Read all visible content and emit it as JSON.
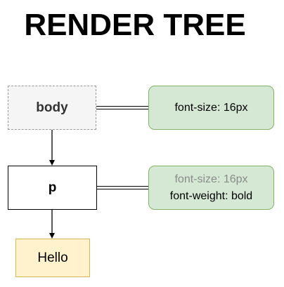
{
  "title": "RENDER TREE",
  "nodes": {
    "body": "body",
    "p": "p",
    "hello": "Hello"
  },
  "styles": {
    "body": [
      "font-size: 16px"
    ],
    "p_inherited": "font-size: 16px",
    "p_own": "font-weight: bold"
  },
  "colors": {
    "body_fill": "#f5f5f5",
    "body_stroke": "#9a9a9a",
    "style_fill": "#d5e8d4",
    "style_stroke": "#82b366",
    "text_fill": "#fff2cc",
    "text_stroke": "#d6b656",
    "inherited_text": "#8a8a8a"
  }
}
